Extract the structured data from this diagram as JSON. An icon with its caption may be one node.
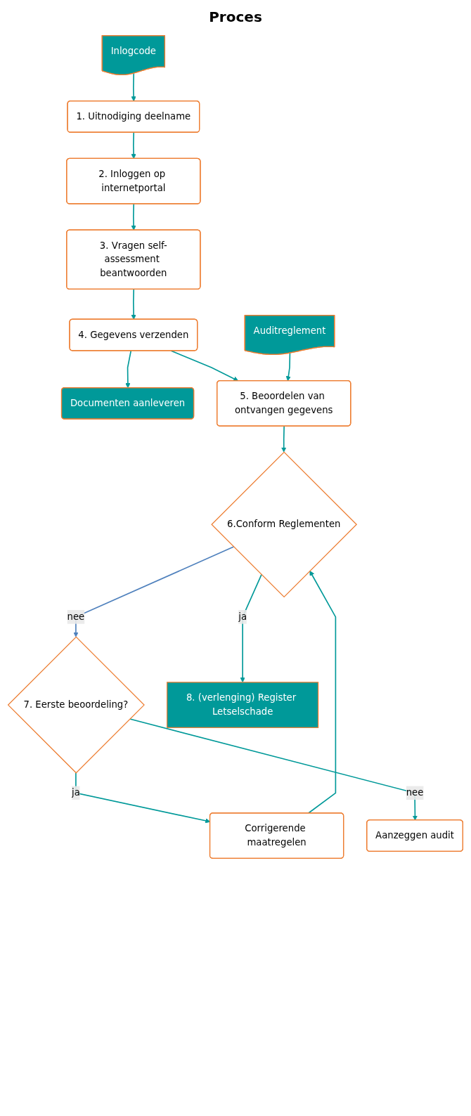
{
  "diagram": {
    "title": "Proces",
    "nodes": [
      {
        "text": [
          "Inlogcode"
        ]
      },
      {
        "text": [
          "1. Uitnodiging deelname"
        ]
      },
      {
        "text": [
          "2. Inloggen op internetportal"
        ]
      },
      {
        "text": [
          "3. Vragen self-assessment beantwoorden"
        ]
      },
      {
        "text": [
          "Documenten aanleveren"
        ]
      },
      {
        "text": [
          "4. Gegevens verzenden"
        ]
      },
      {
        "text": [
          "Auditreglement"
        ]
      },
      {
        "text": [
          "5. Beoordelen van ontvangen gegevens"
        ]
      },
      {
        "text": [
          "Corrigerende maatregelen"
        ]
      },
      {
        "text": [
          "7. Eerste beoordeling?"
        ]
      },
      {
        "text": [
          "6.Conform Reglementen"
        ]
      },
      {
        "text": [
          "Aanzeggen audit"
        ]
      },
      {
        "text": [
          "8. (verlenging) Register Letselschade"
        ]
      }
    ],
    "edges": [
      {
        "from": 0,
        "to": 1,
        "arrow": "to"
      },
      {
        "from": 1,
        "to": 2,
        "arrow": "to"
      },
      {
        "from": 2,
        "to": 3,
        "arrow": "to"
      },
      {
        "from": 3,
        "to": 5,
        "arrow": "to"
      },
      {
        "from": 5,
        "to": 4,
        "arrow": "to"
      },
      {
        "from": 5,
        "to": 7,
        "arrow": "to"
      },
      {
        "from": 6,
        "to": 7,
        "arrow": "to"
      },
      {
        "from": 7,
        "to": 10,
        "arrow": "to"
      },
      {
        "from": 8,
        "to": 10,
        "arrow": "to"
      },
      {
        "from": 10,
        "to": 9,
        "label": "nee",
        "arrow": "to",
        "color": "#4f81bd"
      },
      {
        "from": 9,
        "to": 8,
        "label": "ja",
        "arrow": "to"
      },
      {
        "from": 9,
        "to": 11,
        "label": "nee",
        "arrow": "to"
      },
      {
        "from": 10,
        "to": 12,
        "label": "ja",
        "arrow": "to"
      }
    ]
  }
}
